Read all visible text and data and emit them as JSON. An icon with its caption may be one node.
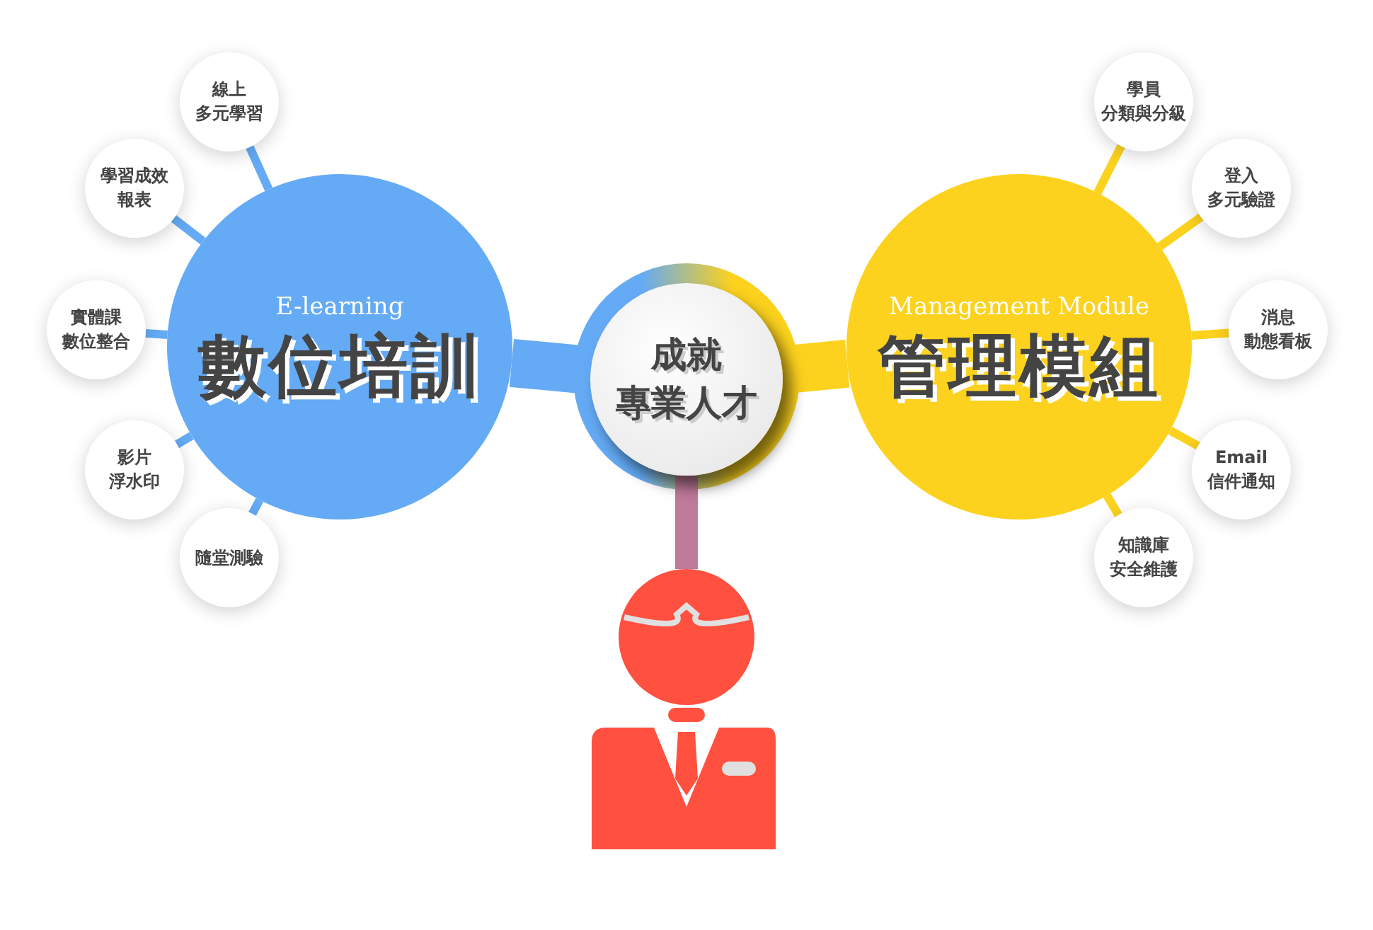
{
  "diagram": {
    "nodes": [
      {
        "text": [
          "E-learning",
          "數位培訓"
        ]
      },
      {
        "text": [
          "線上多元學習"
        ]
      },
      {
        "text": [
          "學習成效報表"
        ]
      },
      {
        "text": [
          "實體課數位整合"
        ]
      },
      {
        "text": [
          "影片浮水印"
        ]
      },
      {
        "text": [
          "隨堂測驗"
        ]
      },
      {
        "text": [
          "成就專業人才"
        ]
      },
      {
        "text": [
          "Management Module",
          "管理模組"
        ]
      },
      {
        "text": [
          "學員分類與分級"
        ]
      },
      {
        "text": [
          "登入多元驗證"
        ]
      },
      {
        "text": [
          "消息動態看板"
        ]
      },
      {
        "text": [
          "Email信件通知"
        ]
      },
      {
        "text": [
          "知識庫安全維護"
        ]
      },
      {
        "text": [],
        "shape": "person"
      }
    ],
    "edges": [
      {
        "from": 1,
        "to": 0,
        "arrow": "none",
        "color": "#64aaf5"
      },
      {
        "from": 2,
        "to": 0,
        "arrow": "none",
        "color": "#64aaf5"
      },
      {
        "from": 3,
        "to": 0,
        "arrow": "none",
        "color": "#64aaf5"
      },
      {
        "from": 4,
        "to": 0,
        "arrow": "none",
        "color": "#64aaf5"
      },
      {
        "from": 5,
        "to": 0,
        "arrow": "none",
        "color": "#64aaf5"
      },
      {
        "from": 0,
        "to": 6,
        "arrow": "none",
        "style": "thick",
        "color": "#64aaf5"
      },
      {
        "from": 6,
        "to": 7,
        "arrow": "none",
        "style": "thick",
        "color": "#fcd21e"
      },
      {
        "from": 8,
        "to": 7,
        "arrow": "none",
        "color": "#fcd21e"
      },
      {
        "from": 9,
        "to": 7,
        "arrow": "none",
        "color": "#fcd21e"
      },
      {
        "from": 10,
        "to": 7,
        "arrow": "none",
        "color": "#fcd21e"
      },
      {
        "from": 11,
        "to": 7,
        "arrow": "none",
        "color": "#fcd21e"
      },
      {
        "from": 12,
        "to": 7,
        "arrow": "none",
        "color": "#fcd21e"
      },
      {
        "from": 6,
        "to": 13,
        "arrow": "none",
        "style": "thick",
        "color": "#c07a9a"
      }
    ]
  }
}
